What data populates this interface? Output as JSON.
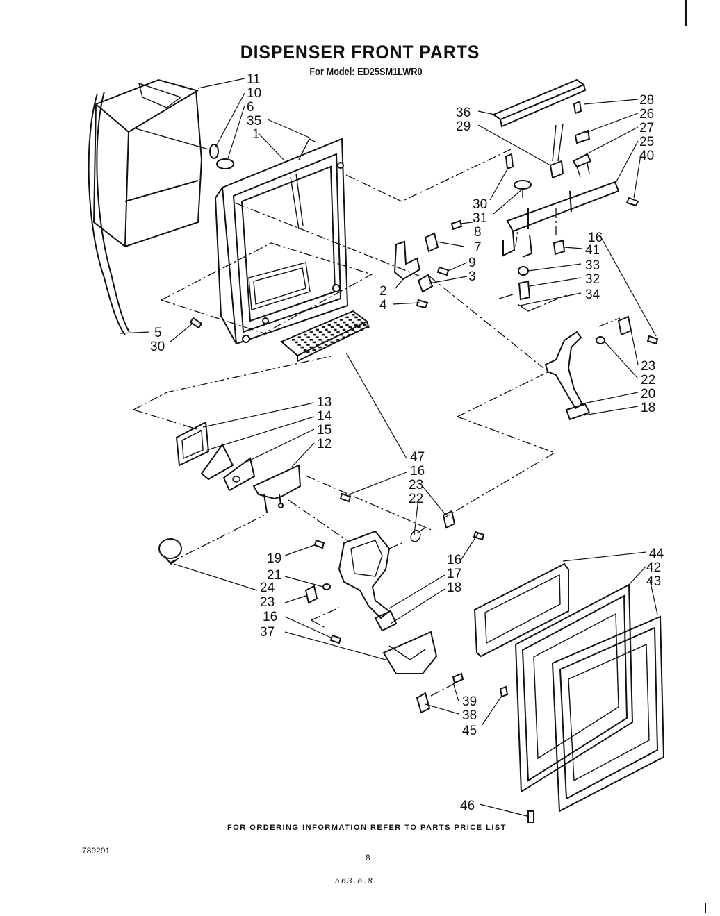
{
  "header": {
    "title": "DISPENSER FRONT PARTS",
    "subtitle": "For Model: ED25SM1LWR0"
  },
  "footer": {
    "ordering_note": "FOR ORDERING INFORMATION REFER TO PARTS PRICE LIST",
    "document_number": "789291",
    "page_number": "8",
    "handwritten_note": "563.6.8"
  },
  "callouts": [
    {
      "label": "11"
    },
    {
      "label": "10"
    },
    {
      "label": "6"
    },
    {
      "label": "35"
    },
    {
      "label": "1"
    },
    {
      "label": "36"
    },
    {
      "label": "29"
    },
    {
      "label": "28"
    },
    {
      "label": "26"
    },
    {
      "label": "27"
    },
    {
      "label": "25"
    },
    {
      "label": "40"
    },
    {
      "label": "30"
    },
    {
      "label": "31"
    },
    {
      "label": "8"
    },
    {
      "label": "7"
    },
    {
      "label": "9"
    },
    {
      "label": "3"
    },
    {
      "label": "2"
    },
    {
      "label": "4"
    },
    {
      "label": "16"
    },
    {
      "label": "41"
    },
    {
      "label": "33"
    },
    {
      "label": "32"
    },
    {
      "label": "34"
    },
    {
      "label": "5"
    },
    {
      "label": "30"
    },
    {
      "label": "23"
    },
    {
      "label": "22"
    },
    {
      "label": "20"
    },
    {
      "label": "18"
    },
    {
      "label": "13"
    },
    {
      "label": "14"
    },
    {
      "label": "15"
    },
    {
      "label": "12"
    },
    {
      "label": "47"
    },
    {
      "label": "16"
    },
    {
      "label": "23"
    },
    {
      "label": "22"
    },
    {
      "label": "19"
    },
    {
      "label": "21"
    },
    {
      "label": "24"
    },
    {
      "label": "23"
    },
    {
      "label": "16"
    },
    {
      "label": "37"
    },
    {
      "label": "16"
    },
    {
      "label": "17"
    },
    {
      "label": "18"
    },
    {
      "label": "44"
    },
    {
      "label": "42"
    },
    {
      "label": "43"
    },
    {
      "label": "39"
    },
    {
      "label": "38"
    },
    {
      "label": "45"
    },
    {
      "label": "46"
    }
  ]
}
